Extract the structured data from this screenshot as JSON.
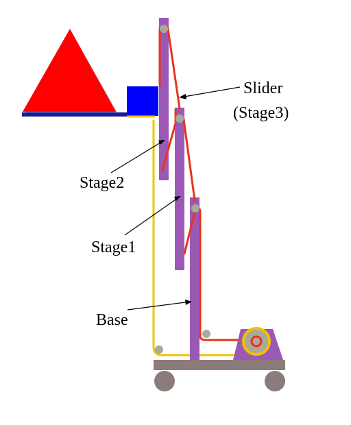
{
  "labels": {
    "slider_line1": "Slider",
    "slider_line2": "(Stage3)",
    "stage2": "Stage2",
    "stage1": "Stage1",
    "base": "Base"
  },
  "colors": {
    "column": "#9b59b6",
    "cable": "#e8341c",
    "return_cable": "#f2c200",
    "payload": "#ff0000",
    "payload_base": "#1a1a99",
    "clamp": "#0000ff",
    "cart": "#8c7b7b",
    "pulley": "#a9a99a",
    "motor_housing": "#9b59b6"
  },
  "icons": {
    "payload": "red-triangle-payload",
    "clamp": "blue-square-clamp",
    "motor": "drum-pulley"
  }
}
